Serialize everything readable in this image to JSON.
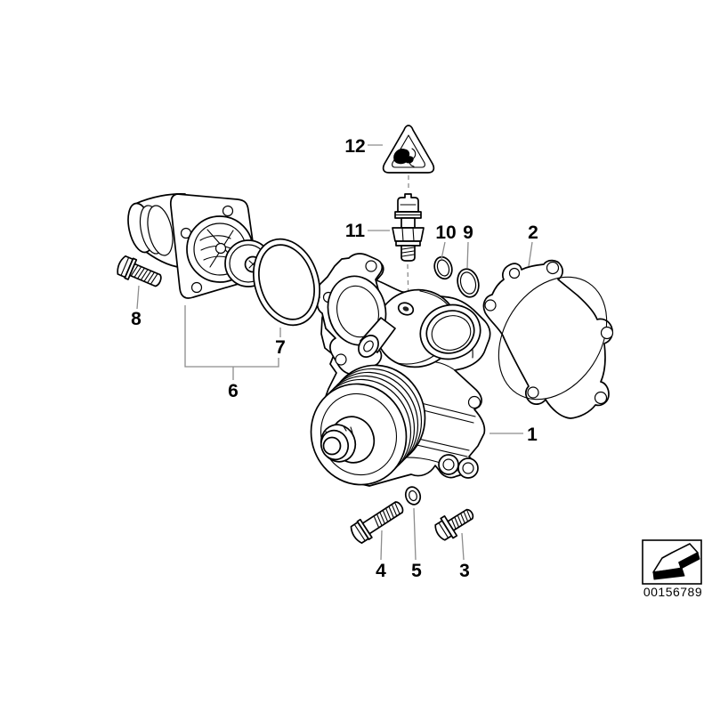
{
  "colors": {
    "background": "#ffffff",
    "line_art": "#000000",
    "leader_lines": "#8c8c8c"
  },
  "diagram": {
    "callouts": [
      {
        "label": "1"
      },
      {
        "label": "2"
      },
      {
        "label": "3"
      },
      {
        "label": "4"
      },
      {
        "label": "5"
      },
      {
        "label": "6"
      },
      {
        "label": "7"
      },
      {
        "label": "8"
      },
      {
        "label": "9"
      },
      {
        "label": "10"
      },
      {
        "label": "11"
      },
      {
        "label": "12"
      }
    ]
  },
  "icons": {
    "warning_triangle_icon": "⚠",
    "direction_arrow_icon": "↙"
  },
  "stamp": {
    "code": "00156789"
  }
}
